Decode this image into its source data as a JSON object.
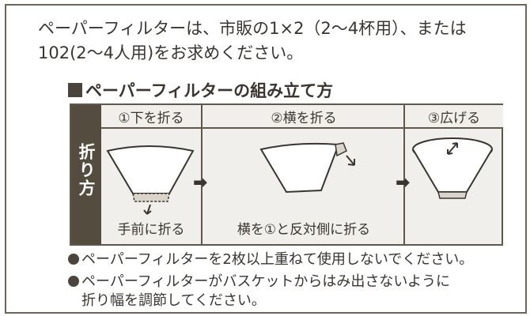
{
  "intro": {
    "line1": "ペーパーフィルターは、市販の1×2（2〜4杯用）、または",
    "line2": "102(2〜4人用)をお求めください。"
  },
  "section_title": "ペーパーフィルターの組み立て方",
  "side_label": "折り方",
  "steps": [
    {
      "header": "①下を折る",
      "caption": "手前に折る"
    },
    {
      "header": "②横を折る",
      "caption": "横を①と反対側に折る"
    },
    {
      "header": "③広げる",
      "caption": ""
    }
  ],
  "notes": [
    "ペーパーフィルターを2枚以上重ねて使用しないでください。",
    "ペーパーフィルターがバスケットからはみ出さないように",
    "折り幅を調節してください。"
  ],
  "icons": {
    "arrow": "right-arrow-icon",
    "bullet": "bullet-icon"
  }
}
